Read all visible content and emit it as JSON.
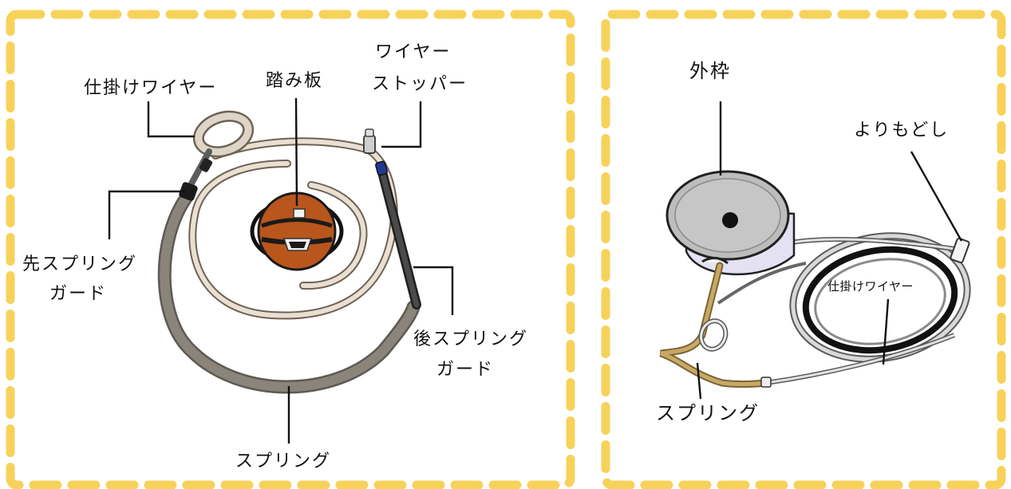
{
  "left_panel": {
    "labels": {
      "trigger_wire": "仕掛けワイヤー",
      "footplate": "踏み板",
      "wire_stopper_line1": "ワイヤー",
      "wire_stopper_line2": "ストッパー",
      "front_guard_line1": "先スプリング",
      "front_guard_line2": "ガード",
      "rear_guard_line1": "後スプリング",
      "rear_guard_line2": "ガード",
      "spring": "スプリング"
    }
  },
  "right_panel": {
    "labels": {
      "outer_frame": "外枠",
      "swivel": "よりもどし",
      "trigger_wire": "仕掛けワイヤー",
      "spring": "スプリング"
    }
  },
  "colors": {
    "panel_border": "#f7d25a",
    "footplate_body": "#b9561c",
    "spring_gray": "#8a847a",
    "spring_gold": "#c9a865",
    "wire_beige": "#e9dfd2",
    "frame_gray": "#bdbdbd",
    "frame_lavender": "#e4e2f2",
    "rear_guard_dark": "#3a3a3a",
    "stopper_blue": "#1f3b8f"
  }
}
